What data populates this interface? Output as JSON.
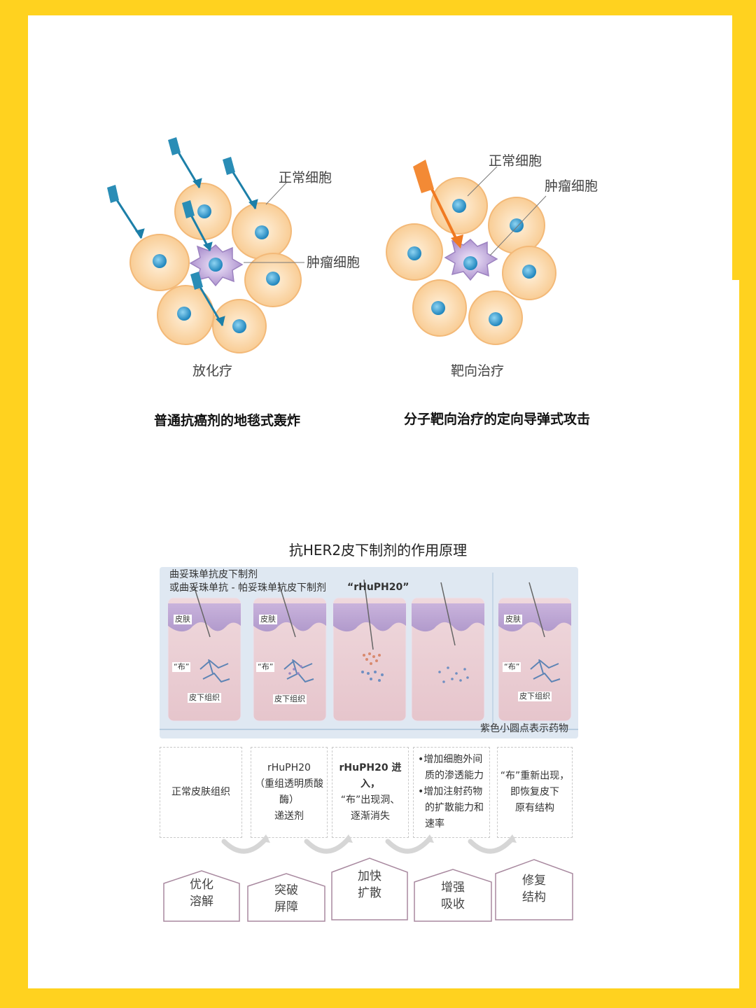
{
  "top_figure": {
    "left_panel": {
      "normal_cell_label": "正常细胞",
      "tumor_cell_label": "肿瘤细胞",
      "method_label": "放化疗",
      "caption": "普通抗癌剂的地毯式轰炸"
    },
    "right_panel": {
      "normal_cell_label": "正常细胞",
      "tumor_cell_label": "肿瘤细胞",
      "method_label": "靶向治疗",
      "caption": "分子靶向治疗的定向导弹式攻击"
    },
    "colors": {
      "cell_fill": "#fbd7a6",
      "nucleus": "#3b9bcf",
      "tumor": "#b9a2d3",
      "blue_arrow": "#1c7fa8",
      "orange_arrow": "#f07a22"
    }
  },
  "mechanism": {
    "title": "抗HER2皮下制剂的作用原理",
    "drug_label_line1": "曲妥珠单抗皮下制剂",
    "drug_label_line2": "或曲妥珠单抗 - 帕妥珠单抗皮下制剂",
    "enzyme_label": "“rHuPH20”",
    "skin_label": "皮肤",
    "cloth_label": "“布”",
    "subq_label": "皮下组织",
    "legend_note": "紫色小圆点表示药物",
    "steps": [
      {
        "lines": [
          "正常皮肤组织"
        ]
      },
      {
        "lines": [
          "rHuPH20",
          "（重组透明质酸酶）",
          "递送剂"
        ]
      },
      {
        "lines": [
          "rHuPH20 进入，",
          "“布”出现洞、",
          "逐渐消失"
        ]
      },
      {
        "bullets": [
          [
            "增加细胞外间",
            "质的渗透能力"
          ],
          [
            "增加注射药物",
            "的扩散能力和",
            "速率"
          ]
        ]
      },
      {
        "lines": [
          "“布”重新出现，",
          "即恢复皮下",
          "原有结构"
        ]
      }
    ],
    "effects": [
      {
        "line1": "优化",
        "line2": "溶解"
      },
      {
        "line1": "突破",
        "line2": "屏障"
      },
      {
        "line1": "加快",
        "line2": "扩散"
      },
      {
        "line1": "增强",
        "line2": "吸收"
      },
      {
        "line1": "修复",
        "line2": "结构"
      }
    ]
  }
}
